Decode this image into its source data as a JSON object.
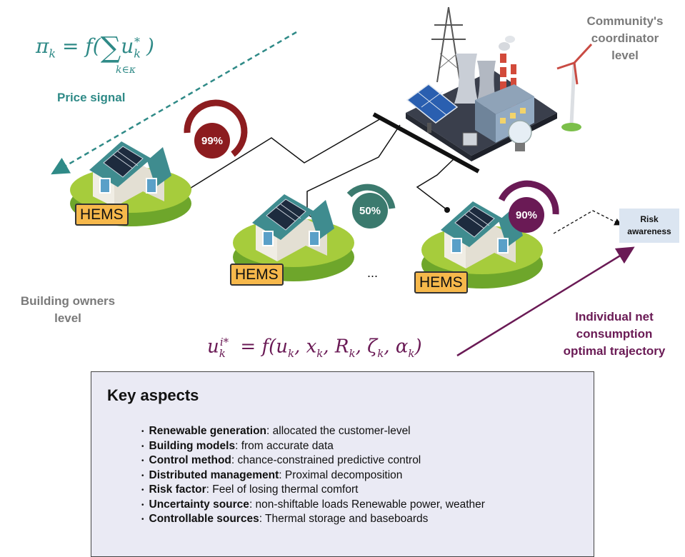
{
  "labels": {
    "coordinator": [
      "Community's",
      "coordinator",
      "level"
    ],
    "owners": [
      "Building owners",
      "level"
    ],
    "price_signal": "Price signal",
    "individual": [
      "Individual  net",
      "consumption",
      "optimal trajectory"
    ],
    "risk": [
      "Risk",
      "awareness"
    ],
    "ellipsis": "..."
  },
  "houses": [
    {
      "hems": "HEMS",
      "pct": "99%",
      "color": "#8c1c1f"
    },
    {
      "hems": "HEMS",
      "pct": "50%",
      "color": "#3b7a6e"
    },
    {
      "hems": "HEMS",
      "pct": "90%",
      "color": "#6a1a55"
    }
  ],
  "math": {
    "price_eq": "π_k = f(Σ_{k∈κ} u*_k)",
    "traj_eq": "u_k^{i*} = f(u_k, x_k, R_k, ζ_k, α_k)"
  },
  "key": {
    "title": "Key aspects",
    "items": [
      {
        "term": "Renewable generation",
        "desc": ": allocated the customer-level"
      },
      {
        "term": "Building models",
        "desc": ": from accurate data"
      },
      {
        "term": "Control method",
        "desc": ": chance-constrained predictive control"
      },
      {
        "term": "Distributed management",
        "desc": ": Proximal decomposition"
      },
      {
        "term": "Risk factor",
        "desc": ": Feel of losing thermal comfort"
      },
      {
        "term": "Uncertainty source",
        "desc": ": non-shiftable loads Renewable power, weather"
      },
      {
        "term": "Controllable sources",
        "desc": ": Thermal storage and baseboards"
      }
    ]
  },
  "colors": {
    "teal": "#2f8a87",
    "purple": "#6a1a55",
    "grey": "#7a7a7a",
    "risk_box": "#dbe5f1"
  }
}
